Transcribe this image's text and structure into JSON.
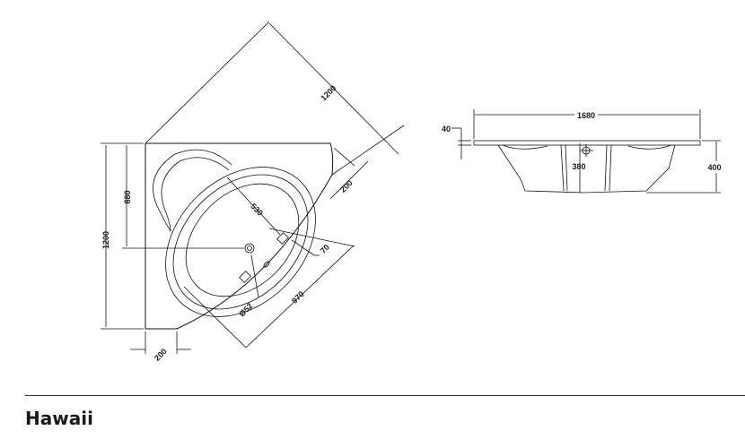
{
  "product_name": "Hawaii",
  "top_view": {
    "dims": {
      "side_height": "1200",
      "drain_offset": "680",
      "diagonal_length": "1200",
      "corner_cut": "200",
      "bottom_cut": "200",
      "inner_depth": "530",
      "rim_offset": "70",
      "front_width": "970",
      "drain_diameter": "Ø52"
    }
  },
  "side_view": {
    "dims": {
      "total_length": "1680",
      "rim_thickness": "40",
      "depth": "380",
      "total_height": "400"
    }
  }
}
